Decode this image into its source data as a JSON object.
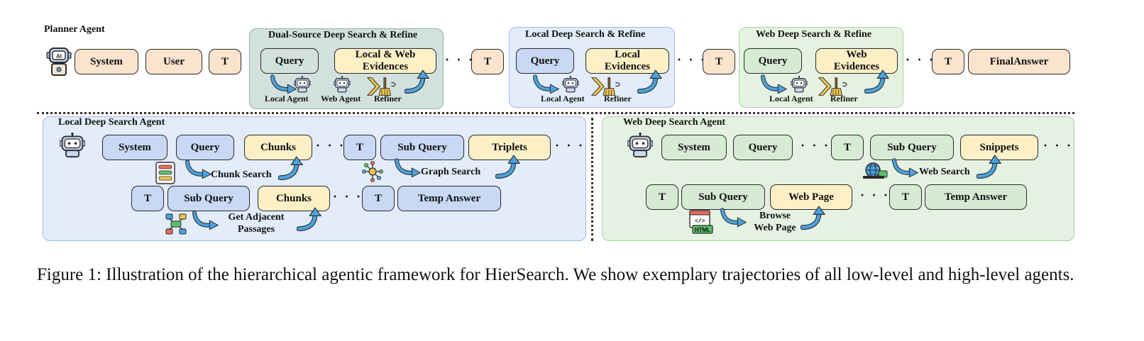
{
  "planner": {
    "title": "Planner Agent",
    "system": "System",
    "user": "User",
    "t": "T",
    "final": "FinalAnswer",
    "dots": "· · ·"
  },
  "dual": {
    "title": "Dual-Source Deep Search & Refine",
    "query": "Query",
    "evidence": "Local & Web Evidences",
    "local_agent": "Local Agent",
    "web_agent": "Web Agent",
    "refiner": "Refiner"
  },
  "local_ds": {
    "title": "Local Deep Search & Refine",
    "query": "Query",
    "evidence": "Local Evidences",
    "local_agent": "Local Agent",
    "refiner": "Refiner"
  },
  "web_ds": {
    "title": "Web Deep Search & Refine",
    "query": "Query",
    "evidence": "Web Evidences",
    "local_agent": "Local Agent",
    "refiner": "Refiner"
  },
  "local_agent": {
    "title": "Local Deep Search Agent",
    "system": "System",
    "query": "Query",
    "chunks": "Chunks",
    "t": "T",
    "sub_query": "Sub Query",
    "triplets": "Triplets",
    "chunk_search": "Chunk Search",
    "graph_search": "Graph Search",
    "get_adjacent": "Get Adjacent\nPassages",
    "temp_answer": "Temp Answer",
    "dots": "· · ·"
  },
  "web_agent": {
    "title": "Web Deep Search Agent",
    "system": "System",
    "query": "Query",
    "t": "T",
    "sub_query": "Sub Query",
    "snippets": "Snippets",
    "web_search": "Web Search",
    "web_page": "Web Page",
    "browse": "Browse\nWeb Page",
    "temp_answer": "Temp Answer",
    "html_badge": "HTML",
    "dots": "· · ·"
  },
  "caption": "Figure 1: Illustration of the hierarchical agentic framework for HierSearch. We show exemplary trajectories of all low-level and high-level agents.",
  "colors": {
    "peach": "#fbe3cd",
    "yellow": "#fdf0c6",
    "blue": "#c9d8f4",
    "green": "#d6ead4",
    "teal": "#d2e1de",
    "arrow": "#4aa3df"
  }
}
